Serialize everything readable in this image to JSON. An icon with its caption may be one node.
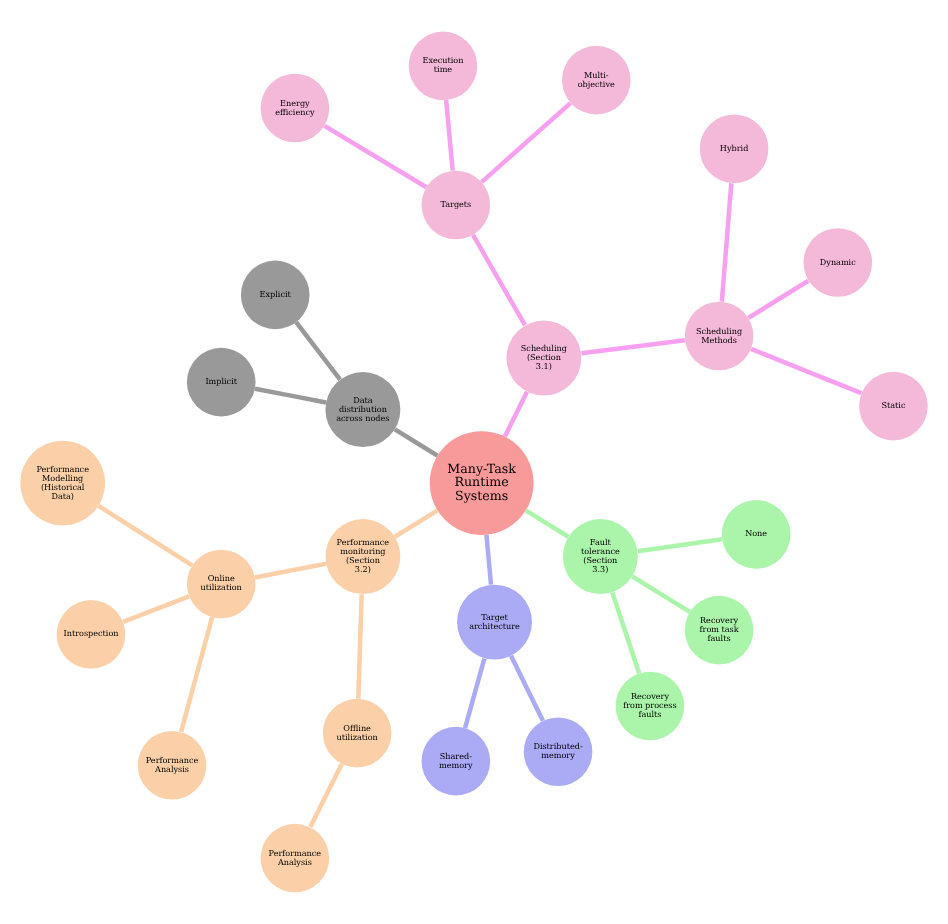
{
  "diagram": {
    "nodes": [
      {
        "text": [
          "Many-Task Runtime Systems"
        ]
      },
      {
        "text": [
          "Scheduling (Section 3.1)"
        ]
      },
      {
        "text": [
          "Scheduling Methods"
        ]
      },
      {
        "text": [
          "Static"
        ]
      },
      {
        "text": [
          "Dynamic"
        ]
      },
      {
        "text": [
          "Hybrid"
        ]
      },
      {
        "text": [
          "Targets"
        ]
      },
      {
        "text": [
          "Multi-objective"
        ]
      },
      {
        "text": [
          "Execution time"
        ]
      },
      {
        "text": [
          "Energy efficiency"
        ]
      },
      {
        "text": [
          "Data distribution across nodes"
        ]
      },
      {
        "text": [
          "Explicit"
        ]
      },
      {
        "text": [
          "Implicit"
        ]
      },
      {
        "text": [
          "Performance monitoring (Section 3.2)"
        ]
      },
      {
        "text": [
          "Online utilization"
        ]
      },
      {
        "text": [
          "Performance Modelling (Historical Data)"
        ]
      },
      {
        "text": [
          "Introspection"
        ]
      },
      {
        "text": [
          "Performance Analysis"
        ]
      },
      {
        "text": [
          "Offline utilization"
        ]
      },
      {
        "text": [
          "Performance Analysis"
        ]
      },
      {
        "text": [
          "Target architecture"
        ]
      },
      {
        "text": [
          "Shared-memory"
        ]
      },
      {
        "text": [
          "Distributed-memory"
        ]
      },
      {
        "text": [
          "Fault tolerance (Section 3.3)"
        ]
      },
      {
        "text": [
          "Recovery from process faults"
        ]
      },
      {
        "text": [
          "Recovery from task faults"
        ]
      },
      {
        "text": [
          "None"
        ]
      }
    ],
    "edges": [
      {
        "from": 0,
        "to": 1,
        "arrow": "none"
      },
      {
        "from": 1,
        "to": 2,
        "arrow": "none"
      },
      {
        "from": 2,
        "to": 3,
        "arrow": "none"
      },
      {
        "from": 2,
        "to": 4,
        "arrow": "none"
      },
      {
        "from": 2,
        "to": 5,
        "arrow": "none"
      },
      {
        "from": 1,
        "to": 6,
        "arrow": "none"
      },
      {
        "from": 6,
        "to": 7,
        "arrow": "none"
      },
      {
        "from": 6,
        "to": 8,
        "arrow": "none"
      },
      {
        "from": 6,
        "to": 9,
        "arrow": "none"
      },
      {
        "from": 0,
        "to": 10,
        "arrow": "none",
        "color": "#999999"
      },
      {
        "from": 10,
        "to": 11,
        "arrow": "none",
        "color": "#999999"
      },
      {
        "from": 10,
        "to": 12,
        "arrow": "none",
        "color": "#999999"
      },
      {
        "from": 0,
        "to": 13,
        "arrow": "none",
        "color": "#fbd0a8"
      },
      {
        "from": 13,
        "to": 14,
        "arrow": "none",
        "color": "#fbd0a8"
      },
      {
        "from": 14,
        "to": 15,
        "arrow": "none",
        "color": "#fbd0a8"
      },
      {
        "from": 14,
        "to": 16,
        "arrow": "none",
        "color": "#fbd0a8"
      },
      {
        "from": 14,
        "to": 17,
        "arrow": "none",
        "color": "#fbd0a8"
      },
      {
        "from": 13,
        "to": 18,
        "arrow": "none",
        "color": "#fbd0a8"
      },
      {
        "from": 18,
        "to": 19,
        "arrow": "none",
        "color": "#fbd0a8"
      },
      {
        "from": 0,
        "to": 20,
        "arrow": "none",
        "color": "#aaaaf5"
      },
      {
        "from": 20,
        "to": 21,
        "arrow": "none",
        "color": "#aaaaf5"
      },
      {
        "from": 20,
        "to": 22,
        "arrow": "none",
        "color": "#aaaaf5"
      },
      {
        "from": 0,
        "to": 23,
        "arrow": "none",
        "color": "#aaf5aa"
      },
      {
        "from": 23,
        "to": 24,
        "arrow": "none",
        "color": "#aaf5aa"
      },
      {
        "from": 23,
        "to": 25,
        "arrow": "none",
        "color": "#aaf5aa"
      },
      {
        "from": 23,
        "to": 26,
        "arrow": "none",
        "color": "#aaf5aa"
      }
    ]
  }
}
